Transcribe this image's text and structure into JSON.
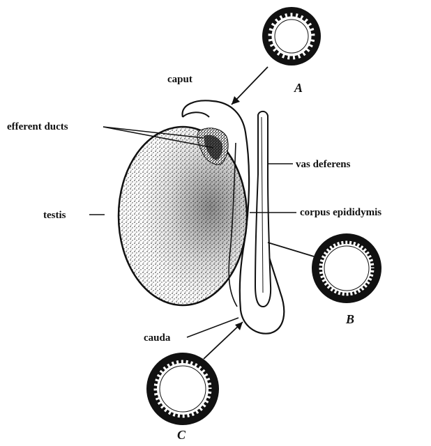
{
  "diagram": {
    "labels": {
      "caput": "caput",
      "efferent_ducts": "efferent ducts",
      "vas_deferens": "vas deferens",
      "testis": "testis",
      "corpus_epididymis": "corpus epididymis",
      "cauda": "cauda"
    },
    "sections": {
      "a": "A",
      "b": "B",
      "c": "C"
    }
  }
}
